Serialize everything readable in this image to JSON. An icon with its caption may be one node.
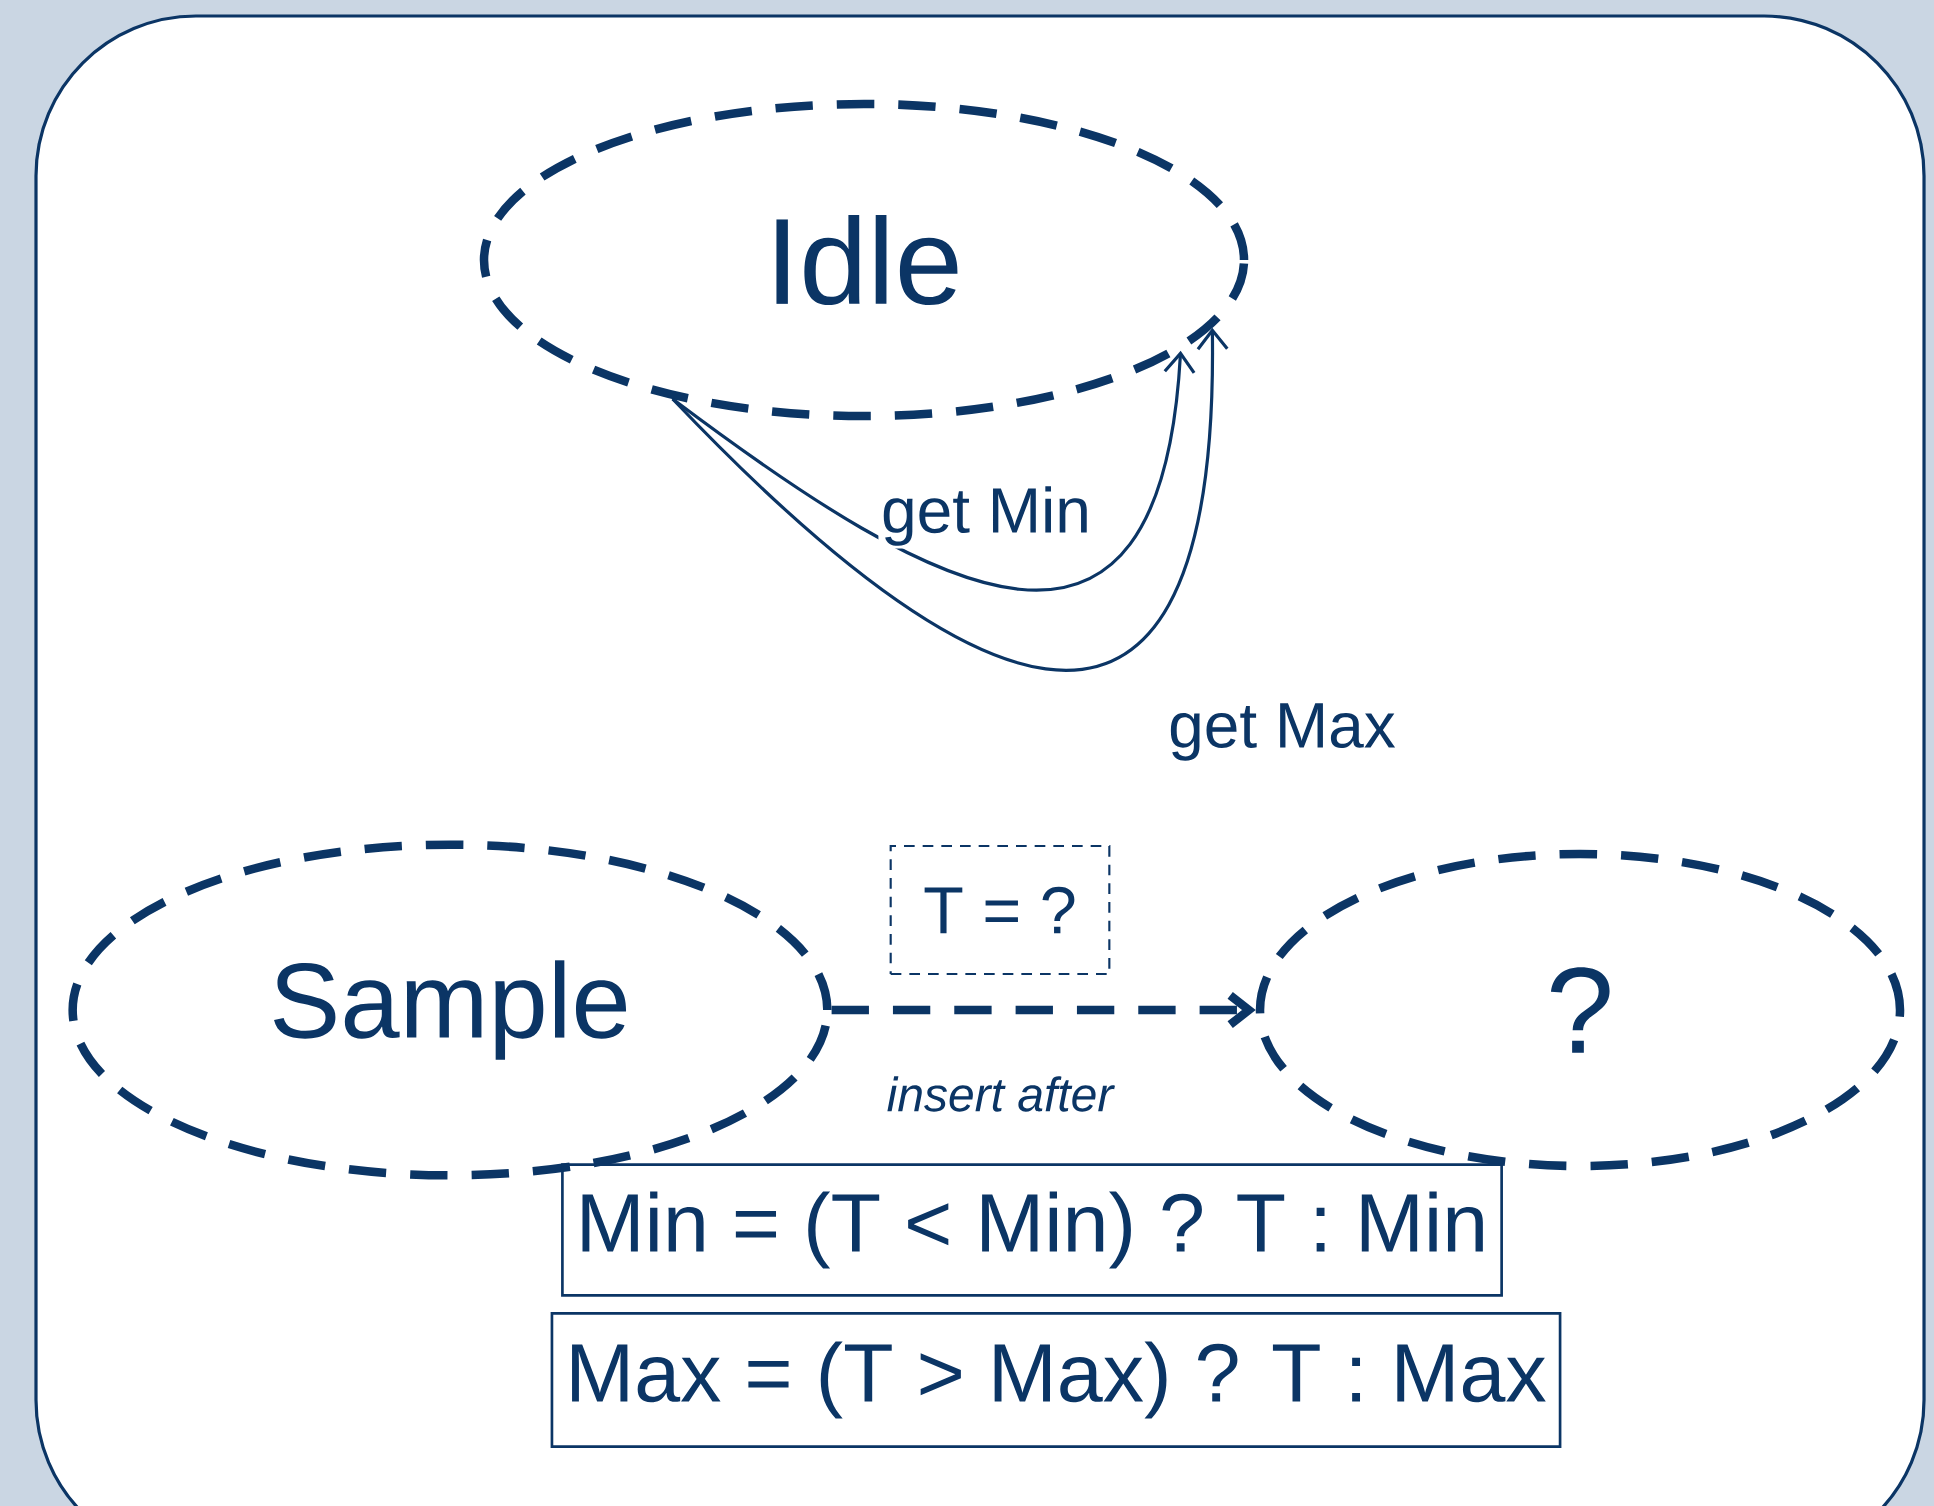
{
  "diagram": {
    "nodes": [
      {
        "text": [
          "Idle"
        ]
      },
      {
        "text": [
          "Sample"
        ]
      },
      {
        "text": [
          "?"
        ]
      },
      {
        "text": [
          "T = ?"
        ]
      },
      {
        "text": [
          "Min = (T < Min) ? T : Min"
        ]
      },
      {
        "text": [
          "Max = (T > Max) ? T : Max"
        ]
      }
    ],
    "edges": [
      {
        "from": 0,
        "to": 0,
        "arrow": "to",
        "label": "get Min"
      },
      {
        "from": 0,
        "to": 0,
        "arrow": "to",
        "label": "get Max"
      },
      {
        "from": 1,
        "to": 2,
        "arrow": "to",
        "label": "insert after",
        "style": "dashed"
      }
    ]
  }
}
